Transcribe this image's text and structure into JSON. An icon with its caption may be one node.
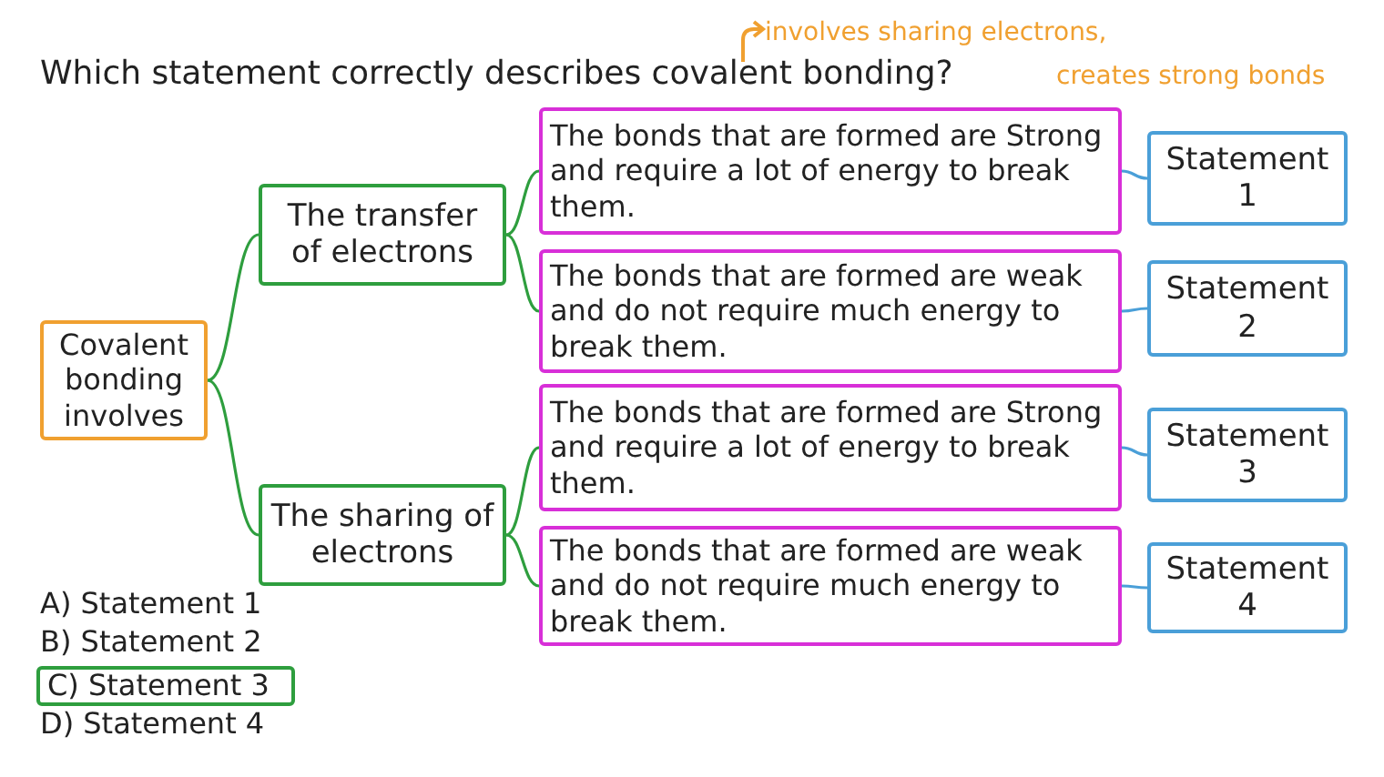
{
  "diagram": {
    "title": "Which statement correctly describes covalent bonding?",
    "nodes": [
      {
        "text": [
          "Covalent bonding involves"
        ]
      },
      {
        "text": [
          "The transfer of electrons"
        ]
      },
      {
        "text": [
          "The sharing of electrons"
        ]
      },
      {
        "text": [
          "The bonds that are formed are Strong and require a lot of energy to break them."
        ]
      },
      {
        "text": [
          "The bonds that are formed are weak and do not require much energy to break them."
        ]
      },
      {
        "text": [
          "The bonds that are formed are Strong and require a lot of energy to break them."
        ]
      },
      {
        "text": [
          "The bonds that are formed are weak and do not require much energy to break them."
        ]
      },
      {
        "text": [
          "Statement 1"
        ]
      },
      {
        "text": [
          "Statement 2"
        ]
      },
      {
        "text": [
          "Statement 3"
        ]
      },
      {
        "text": [
          "Statement 4"
        ]
      },
      {
        "text": [
          "C) Statement 3"
        ]
      }
    ],
    "edges": [
      {
        "from": 0,
        "to": 1,
        "arrow": "none"
      },
      {
        "from": 0,
        "to": 2,
        "arrow": "none"
      },
      {
        "from": 1,
        "to": 3,
        "arrow": "none"
      },
      {
        "from": 1,
        "to": 4,
        "arrow": "none"
      },
      {
        "from": 2,
        "to": 5,
        "arrow": "none"
      },
      {
        "from": 2,
        "to": 6,
        "arrow": "none"
      },
      {
        "from": 3,
        "to": 7,
        "arrow": "none",
        "color": "#4a9fd8"
      },
      {
        "from": 4,
        "to": 8,
        "arrow": "none",
        "color": "#4a9fd8"
      },
      {
        "from": 5,
        "to": 9,
        "arrow": "none",
        "color": "#4a9fd8"
      },
      {
        "from": 6,
        "to": 10,
        "arrow": "none",
        "color": "#4a9fd8"
      }
    ],
    "labels": [
      "involves sharing electrons,",
      "creates strong bonds",
      "A) Statement 1",
      "B) Statement 2",
      "D) Statement 4"
    ]
  }
}
